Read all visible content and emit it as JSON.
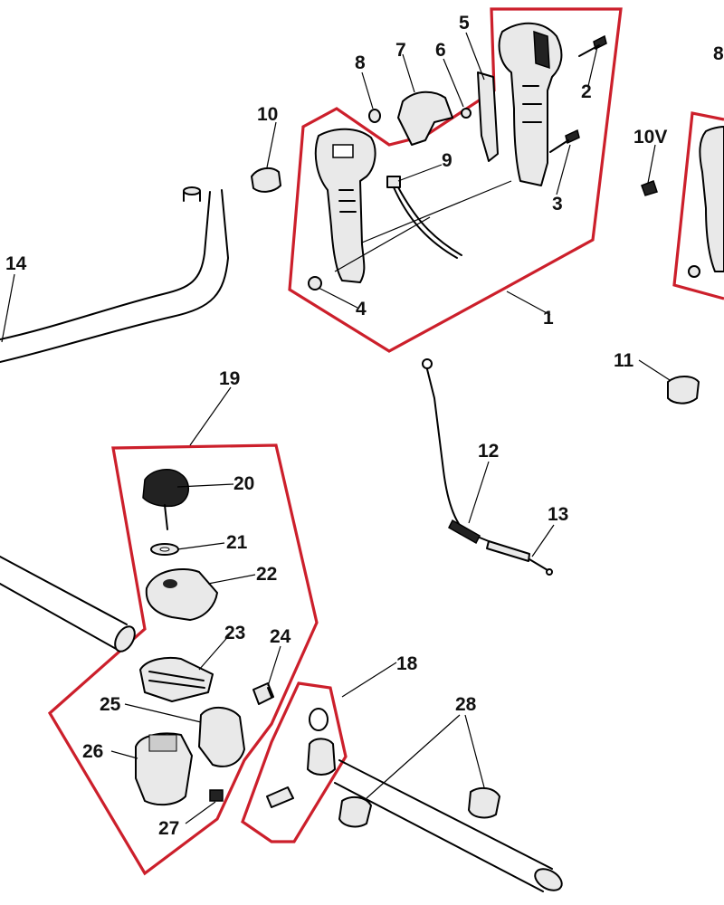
{
  "labels": {
    "p1": "1",
    "p2": "2",
    "p3": "3",
    "p4": "4",
    "p5": "5",
    "p6": "6",
    "p7": "7",
    "p8": "8",
    "p8r": "8",
    "p9": "9",
    "p10": "10",
    "p10v": "10V",
    "p11": "11",
    "p12": "12",
    "p13": "13",
    "p14": "14",
    "p18": "18",
    "p19": "19",
    "p20": "20",
    "p21": "21",
    "p22": "22",
    "p23": "23",
    "p24": "24",
    "p25": "25",
    "p26": "26",
    "p27": "27",
    "p28": "28"
  },
  "colors": {
    "group_outline": "#cc1f2b",
    "line": "#000000",
    "part_fill": "#e9e9e9"
  }
}
